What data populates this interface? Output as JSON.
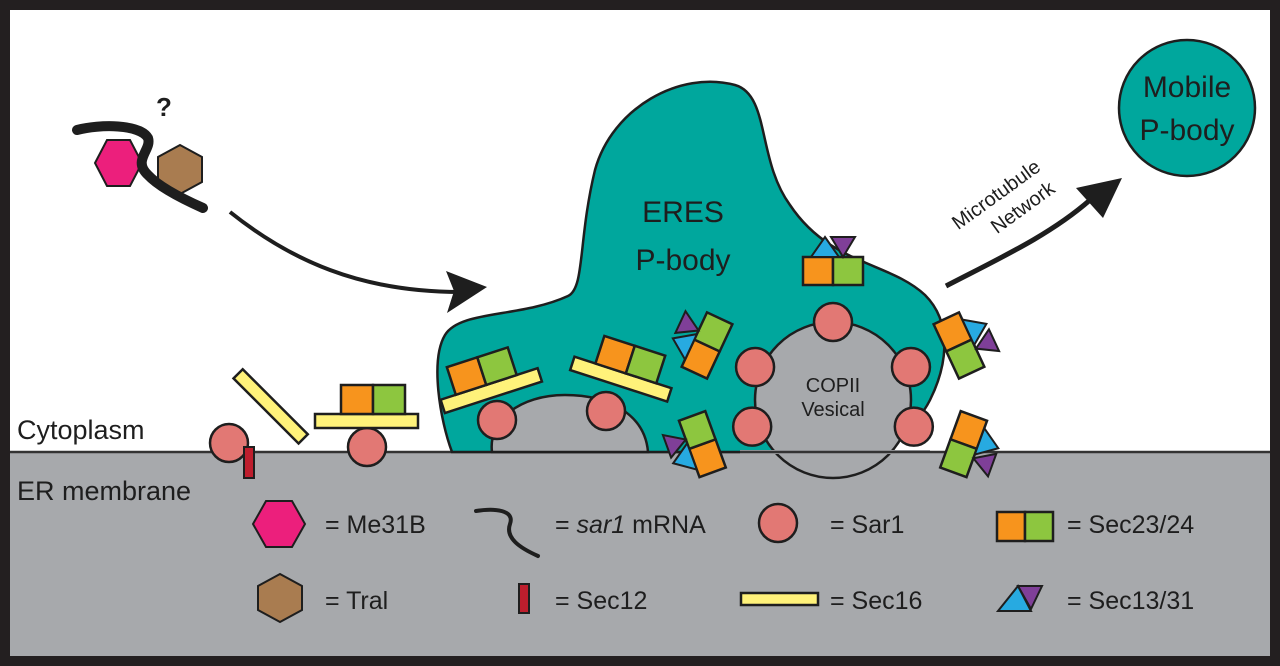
{
  "title": "sar1 mRNA localization to ERES P-body model",
  "colors": {
    "frame": "#231f20",
    "membrane": "#a7a9ac",
    "pbody": "#00a79d",
    "me31b": "#ec1f7c",
    "tral": "#a97c50",
    "sar1": "#e27874",
    "sec12": "#be1e2d",
    "sec16": "#fff27a",
    "sec23": "#f7941d",
    "sec24": "#8dc63f",
    "sec13": "#27aae1",
    "sec31": "#7f3f98"
  },
  "labels": {
    "question": "?",
    "eres_line1": "ERES",
    "eres_line2": "P-body",
    "mobile_line1": "Mobile",
    "mobile_line2": "P-body",
    "microtubule_line1": "Microtubule",
    "microtubule_line2": "Network",
    "copii_line1": "COPII",
    "copii_line2": "Vesical",
    "cytoplasm": "Cytoplasm",
    "er_membrane": "ER membrane"
  },
  "legend": [
    {
      "icon": "hexagon-magenta",
      "prefix": "= ",
      "label": "Me31B"
    },
    {
      "icon": "squiggle-line",
      "prefix": "= ",
      "label_italic": "sar1",
      "label": " mRNA"
    },
    {
      "icon": "circle-salmon",
      "prefix": "= ",
      "label": "Sar1"
    },
    {
      "icon": "square-pair-orange-green",
      "prefix": "= ",
      "label": "Sec23/24"
    },
    {
      "icon": "hexagon-brown",
      "prefix": "= ",
      "label": "Tral"
    },
    {
      "icon": "bar-red",
      "prefix": "= ",
      "label": "Sec12"
    },
    {
      "icon": "bar-yellow",
      "prefix": "= ",
      "label": "Sec16"
    },
    {
      "icon": "triangle-pair-blue-purple",
      "prefix": "= ",
      "label": "Sec13/31"
    }
  ]
}
